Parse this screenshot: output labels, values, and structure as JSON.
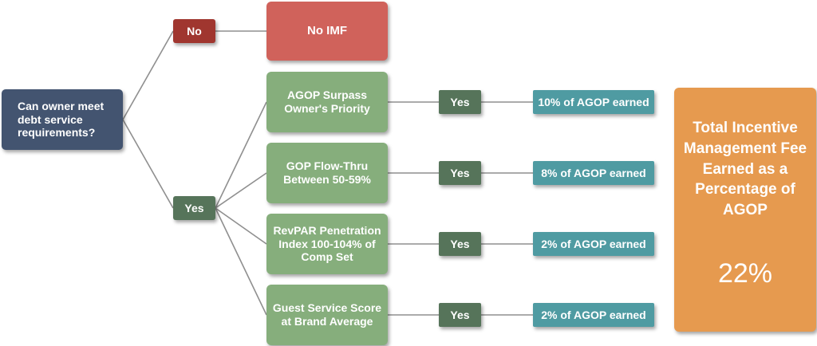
{
  "root_question": "Can owner meet debt service requirements?",
  "branch_no_label": "No",
  "branch_yes_label": "Yes",
  "no_outcome": "No IMF",
  "criteria": [
    {
      "label": "AGOP Surpass Owner's Priority",
      "answer": "Yes",
      "result": "10% of AGOP earned"
    },
    {
      "label": "GOP Flow-Thru Between 50-59%",
      "answer": "Yes",
      "result": "8% of AGOP earned"
    },
    {
      "label": "RevPAR Penetration Index 100-104% of Comp Set",
      "answer": "Yes",
      "result": "2% of AGOP earned"
    },
    {
      "label": "Guest Service Score at Brand Average",
      "answer": "Yes",
      "result": "2% of AGOP earned"
    }
  ],
  "total": {
    "title": "Total Incentive Management Fee Earned as a Percentage of AGOP",
    "value": "22%"
  },
  "colors": {
    "root": "#435470",
    "no": "#a0362f",
    "no_outcome": "#d0625b",
    "yes": "#56745a",
    "criteria": "#86ae7c",
    "earned": "#4f9ba2",
    "total": "#e69a4f",
    "connector": "#8f8f8f"
  }
}
